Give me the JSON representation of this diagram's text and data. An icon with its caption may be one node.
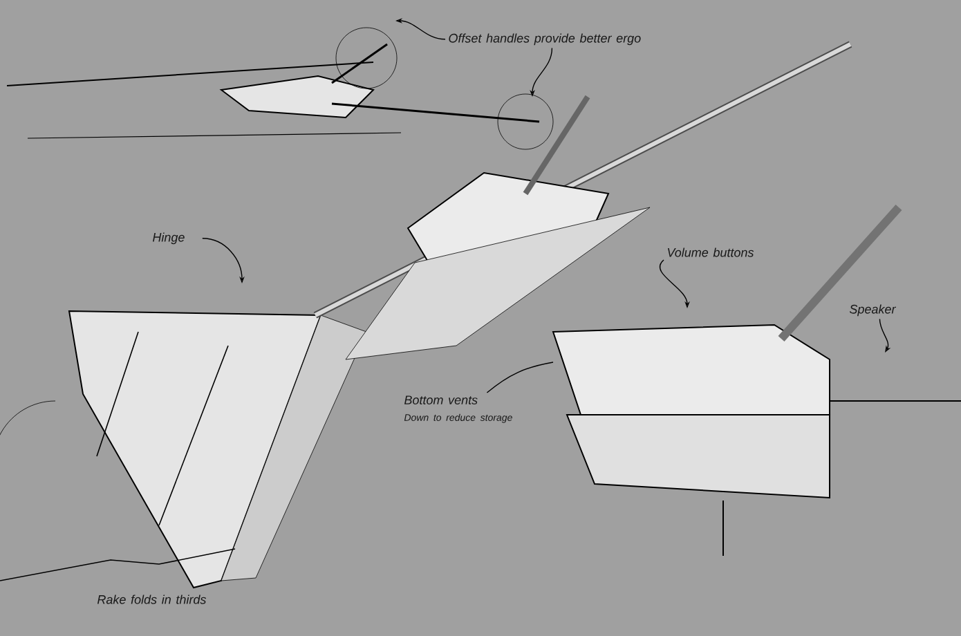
{
  "diagram": {
    "nodes": [
      {
        "text": [
          "Offset handles provide better ergo"
        ]
      },
      {
        "text": [
          "Hinge"
        ]
      },
      {
        "text": [
          "Volume buttons"
        ]
      },
      {
        "text": [
          "Speaker"
        ]
      },
      {
        "text": [
          "Bottom vents",
          "Down to reduce storage"
        ]
      },
      {
        "text": [
          "Rake folds in thirds"
        ]
      }
    ],
    "edges": [
      {
        "from": 0,
        "to": null,
        "arrow": "to"
      },
      {
        "from": 0,
        "to": null,
        "arrow": "to"
      },
      {
        "from": 1,
        "to": null,
        "arrow": "to"
      },
      {
        "from": 2,
        "to": null,
        "arrow": "to"
      },
      {
        "from": 3,
        "to": null,
        "arrow": "to"
      },
      {
        "from": 4,
        "to": null,
        "arrow": "none"
      }
    ]
  }
}
